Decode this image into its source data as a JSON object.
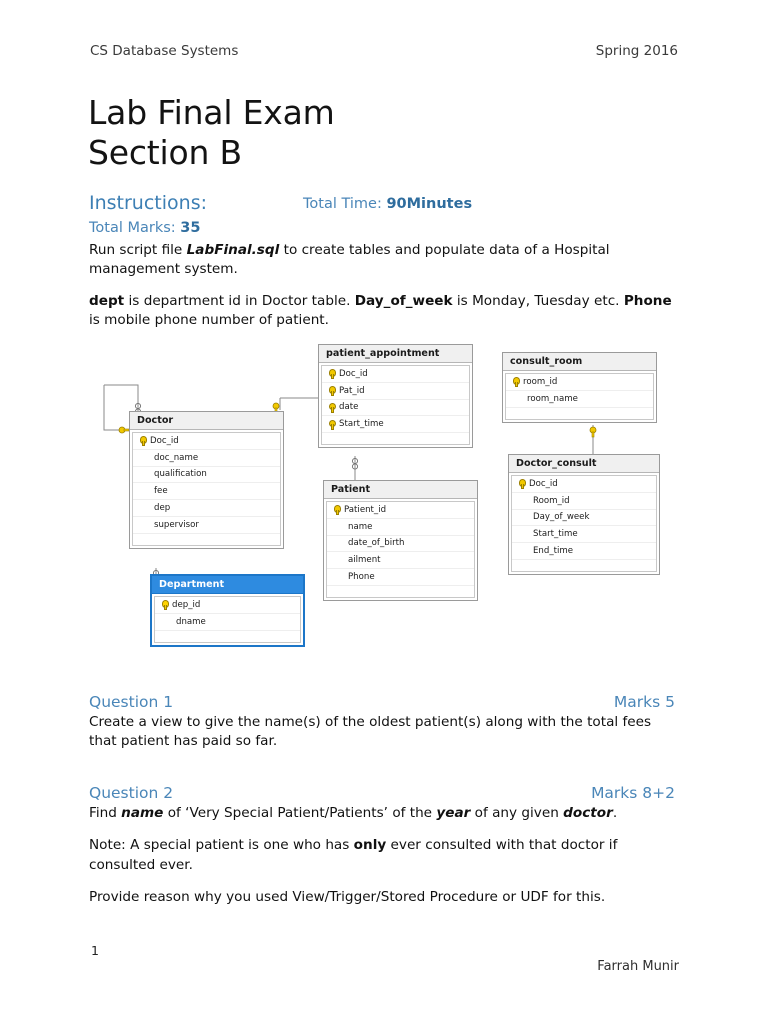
{
  "header": {
    "course": "CS Database Systems",
    "term": "Spring 2016"
  },
  "title": {
    "line1": "Lab Final Exam",
    "line2": "Section B"
  },
  "instructions": {
    "heading": "Instructions",
    "heading_colon": ":",
    "total_time_label": "Total Time:",
    "total_time_value": "90Minutes",
    "total_marks_label": "Total Marks:",
    "total_marks_value": "35",
    "para1_a": "Run script file ",
    "para1_b": "LabFinal.sql",
    "para1_c": " to create tables and populate data of a Hospital management system.",
    "para2_a": "dept",
    "para2_b": " is department id in Doctor table. ",
    "para2_c": "Day_of_week",
    "para2_d": " is Monday, Tuesday etc. ",
    "para2_e": "Phone",
    "para2_f": " is mobile phone number of patient."
  },
  "diagram": {
    "accent_selected": "#2e8be0",
    "tables": [
      {
        "name": "patient_appointment",
        "selected": false,
        "fields": [
          {
            "label": "Doc_id",
            "key": true
          },
          {
            "label": "Pat_id",
            "key": true
          },
          {
            "label": "date",
            "key": true
          },
          {
            "label": "Start_time",
            "key": true
          }
        ]
      },
      {
        "name": "consult_room",
        "selected": false,
        "fields": [
          {
            "label": "room_id",
            "key": true
          },
          {
            "label": "room_name",
            "key": false
          }
        ]
      },
      {
        "name": "Doctor",
        "selected": false,
        "fields": [
          {
            "label": "Doc_id",
            "key": true
          },
          {
            "label": "doc_name",
            "key": false
          },
          {
            "label": "qualification",
            "key": false
          },
          {
            "label": "fee",
            "key": false
          },
          {
            "label": "dep",
            "key": false
          },
          {
            "label": "supervisor",
            "key": false
          }
        ]
      },
      {
        "name": "Patient",
        "selected": false,
        "fields": [
          {
            "label": "Patient_id",
            "key": true
          },
          {
            "label": "name",
            "key": false
          },
          {
            "label": "date_of_birth",
            "key": false
          },
          {
            "label": "ailment",
            "key": false
          },
          {
            "label": "Phone",
            "key": false
          }
        ]
      },
      {
        "name": "Doctor_consult",
        "selected": false,
        "fields": [
          {
            "label": "Doc_id",
            "key": true
          },
          {
            "label": "Room_id",
            "key": false
          },
          {
            "label": "Day_of_week",
            "key": false
          },
          {
            "label": "Start_time",
            "key": false
          },
          {
            "label": "End_time",
            "key": false
          }
        ]
      },
      {
        "name": "Department",
        "selected": true,
        "fields": [
          {
            "label": "dep_id",
            "key": true
          },
          {
            "label": "dname",
            "key": false
          }
        ]
      }
    ],
    "relationships": [
      {
        "from": "Doctor",
        "to": "Doctor",
        "type": "self-reference"
      },
      {
        "from": "Doctor",
        "to": "patient_appointment",
        "type": "one-to-many"
      },
      {
        "from": "patient_appointment",
        "to": "Patient",
        "type": "many-to-one"
      },
      {
        "from": "Doctor",
        "to": "Department",
        "type": "many-to-one"
      },
      {
        "from": "consult_room",
        "to": "Doctor_consult",
        "type": "one-to-many"
      }
    ]
  },
  "questions": [
    {
      "label": "Question 1",
      "marks": "Marks 5",
      "body_a": "Create a view to give the name(s) of the oldest patient(s) along with the total fees that patient has paid so far.",
      "notes": []
    },
    {
      "label": "Question 2",
      "marks": "Marks 8+2",
      "body_a": "Find ",
      "body_b": "name",
      "body_c": " of ‘Very Special Patient/Patients’ of the ",
      "body_d": "year",
      "body_e": " of any given ",
      "body_f": "doctor",
      "body_g": ".",
      "note1_a": "Note: A special patient is one who has ",
      "note1_b": "only",
      "note1_c": " ever consulted with that doctor if consulted ever.",
      "note2": "Provide reason why you used View/Trigger/Stored Procedure or UDF for this."
    }
  ],
  "footer": {
    "page_number": "1",
    "author": "Farrah Munir"
  }
}
